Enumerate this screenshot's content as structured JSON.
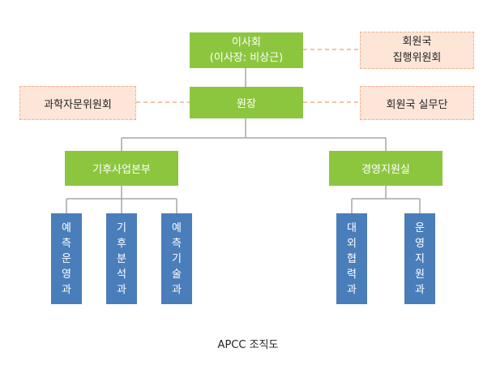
{
  "nodes": {
    "board": {
      "line1": "이사회",
      "line2": "(이사장: 비상근)"
    },
    "member_exec_committee": {
      "line1": "회원국",
      "line2": "집행위원회"
    },
    "science_advisory": {
      "label": "과학자문위원회"
    },
    "director": {
      "label": "원장"
    },
    "member_working_group": {
      "label": "회원국 실무단"
    },
    "climate_business_div": {
      "label": "기후사업본부"
    },
    "management_support_office": {
      "label": "경영지원실"
    },
    "teams": [
      {
        "label": "예측운영과"
      },
      {
        "label": "기후분석과"
      },
      {
        "label": "예측기술과"
      },
      {
        "label": "대외협력과"
      },
      {
        "label": "운영지원과"
      }
    ]
  },
  "caption": "APCC 조직도",
  "colors": {
    "green": "#8cc63f",
    "peach_fill": "#fde5d7",
    "peach_border": "#f4b183",
    "blue": "#4a7ebb",
    "line": "#a6a6a6"
  }
}
